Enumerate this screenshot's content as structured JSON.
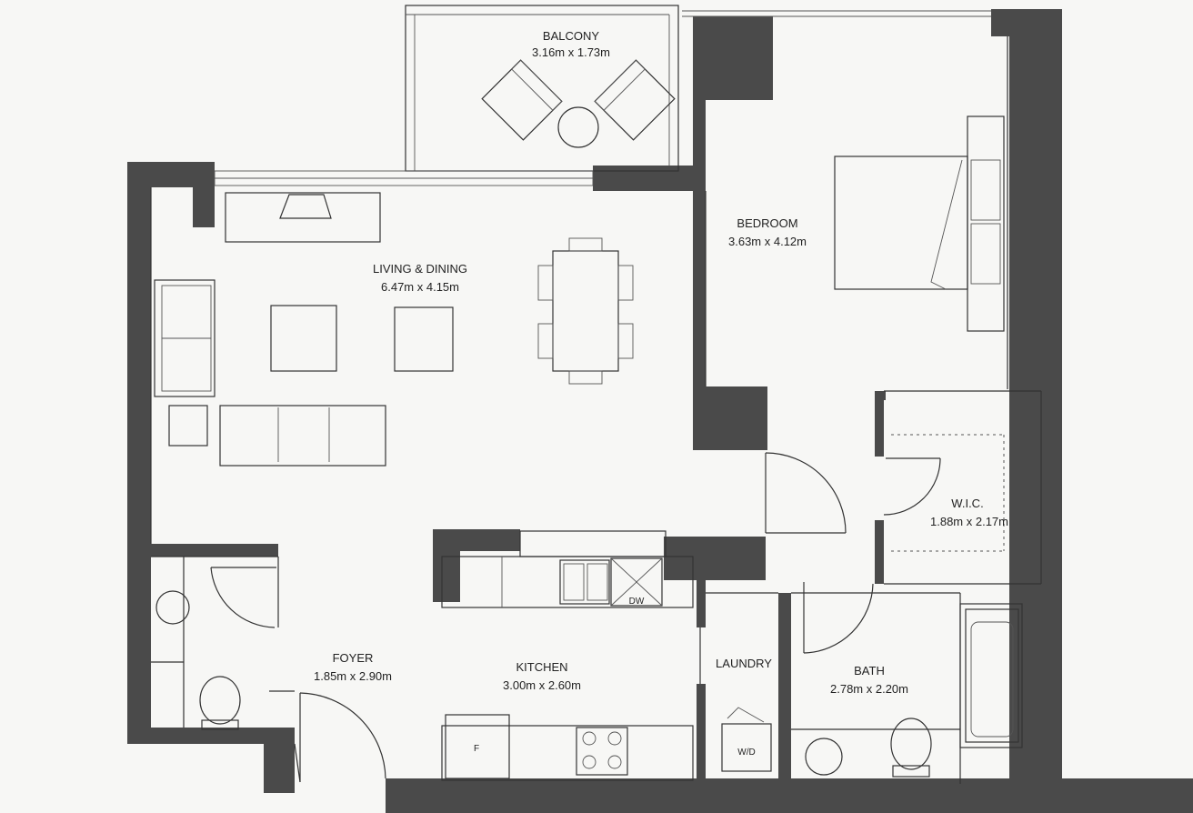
{
  "rooms": {
    "balcony": {
      "name": "BALCONY",
      "dims": "3.16m x 1.73m"
    },
    "bedroom": {
      "name": "BEDROOM",
      "dims": "3.63m x 4.12m"
    },
    "living": {
      "name": "LIVING & DINING",
      "dims": "6.47m x 4.15m"
    },
    "wic": {
      "name": "W.I.C.",
      "dims": "1.88m x 2.17m"
    },
    "foyer": {
      "name": "FOYER",
      "dims": "1.85m x 2.90m"
    },
    "kitchen": {
      "name": "KITCHEN",
      "dims": "3.00m x 2.60m"
    },
    "laundry": {
      "name": "LAUNDRY"
    },
    "bath": {
      "name": "BATH",
      "dims": "2.78m x 2.20m"
    }
  },
  "appliances": {
    "dishwasher": "DW",
    "fridge": "F",
    "washer_dryer": "W/D"
  },
  "colors": {
    "wall": "#4a4a4a",
    "paper": "#f7f7f5",
    "line": "#333333"
  }
}
